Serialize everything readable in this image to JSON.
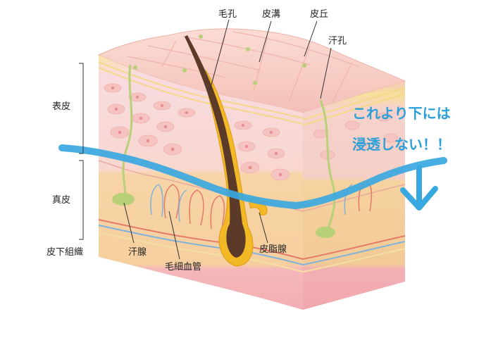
{
  "labels": {
    "pore": "毛孔",
    "sulcus": "皮溝",
    "crista": "皮丘",
    "sweat_pore": "汗孔",
    "epidermis": "表皮",
    "dermis": "真皮",
    "subcutis": "皮下組織",
    "sweat_gland": "汗腺",
    "capillary": "毛細血管",
    "sebaceous_gland": "皮脂腺"
  },
  "annotation": {
    "line1": "これより下には",
    "line2": "浸透しない！！"
  },
  "colors": {
    "annotation": "#2a9fd8",
    "barrier_line": "#3aa8e0",
    "epidermis_top": "#f6c9c3",
    "cell_layer": "#f8dcd4",
    "dermis": "#f7d4a6",
    "subcutis": "#f5b8ba",
    "hair": "#5b3a29",
    "follicle": "#f2b825",
    "sweat_gland": "#b8d178"
  }
}
